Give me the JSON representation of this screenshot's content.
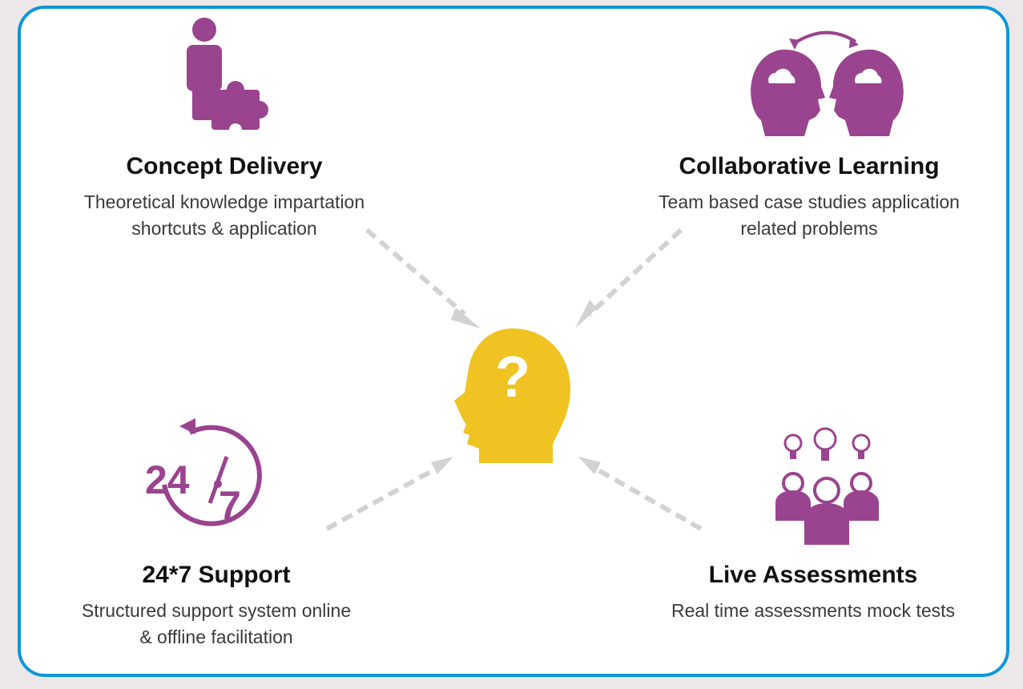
{
  "colors": {
    "frame_border": "#0d97d6",
    "icon_purple": "#9a438f",
    "center_yellow": "#f0c322",
    "arrow_gray": "#d2d2d2"
  },
  "center": {
    "icon": "question-head-icon",
    "glyph": "?"
  },
  "concept": {
    "icon": "person-puzzle-icon",
    "title": "Concept Delivery",
    "desc_line1": "Theoretical knowledge impartation",
    "desc_line2": "shortcuts & application"
  },
  "collab": {
    "icon": "two-heads-exchange-icon",
    "title": "Collaborative Learning",
    "desc_line1": "Team based case studies application",
    "desc_line2": "related problems"
  },
  "support": {
    "icon": "clock-24-7-icon",
    "title": "24*7 Support",
    "icon_text_a": "24",
    "icon_text_b": "7",
    "desc_line1": "Structured support system online",
    "desc_line2": "& offline facilitation"
  },
  "live": {
    "icon": "group-ideas-icon",
    "title": "Live Assessments",
    "desc_line1": "Real time assessments mock tests"
  }
}
